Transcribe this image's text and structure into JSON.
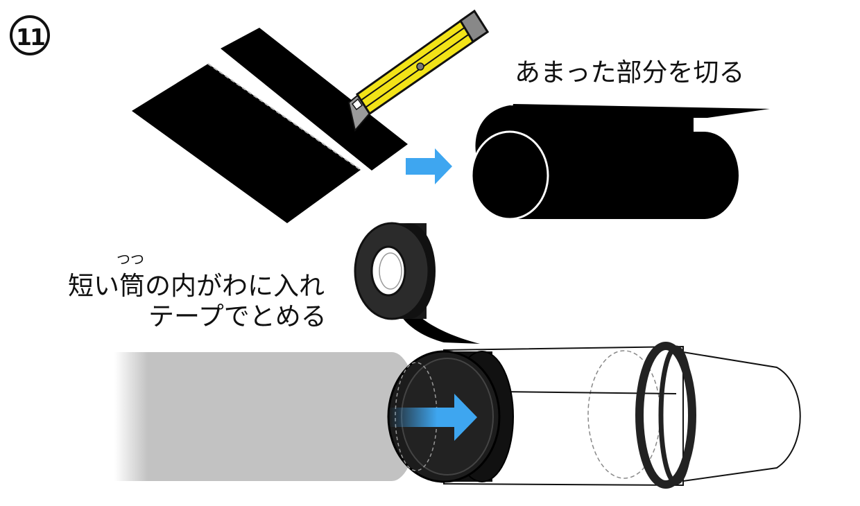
{
  "step": {
    "number": "11"
  },
  "labels": {
    "cut_excess": "あまった部分を切る",
    "insert_line1": "短い筒の内がわに入れ",
    "insert_line2": "テープでとめる",
    "ruby_tsutsu": "つつ"
  },
  "colors": {
    "sheet": "#000000",
    "cutter_body": "#f2e318",
    "cutter_blade": "#9a9a9a",
    "arrow": "#3ea6f0",
    "tape": "#2b2b2b",
    "shadow_tube": "#c2c2c2",
    "outline": "#111111"
  },
  "icons": [
    "cutter-knife-icon",
    "arrow-right-icon",
    "tape-roll-icon"
  ]
}
